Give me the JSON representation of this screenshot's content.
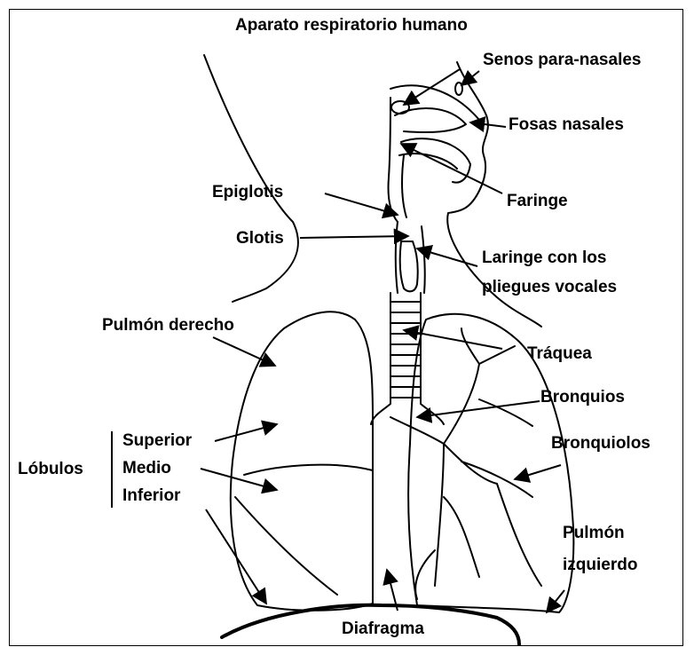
{
  "title": "Aparato respiratorio humano",
  "labels": {
    "senos": "Senos para-nasales",
    "fosas": "Fosas nasales",
    "faringe": "Faringe",
    "epiglotis": "Epiglotis",
    "glotis": "Glotis",
    "laringe_1": "Laringe con los",
    "laringe_2": "pliegues vocales",
    "pulmon_derecho": "Pulmón derecho",
    "traquea": "Tráquea",
    "bronquios": "Bronquios",
    "lobulos": "Lóbulos",
    "superior": "Superior",
    "medio": "Medio",
    "inferior": "Inferior",
    "bronquiolos": "Bronquiolos",
    "pulmon_izq_1": "Pulmón",
    "pulmon_izq_2": "izquierdo",
    "diafragma": "Diafragma"
  }
}
